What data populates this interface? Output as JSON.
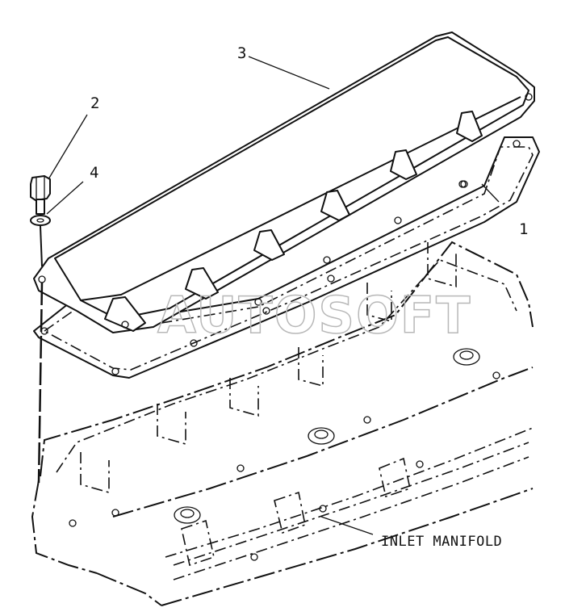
{
  "callouts": {
    "c1": "1",
    "c2": "2",
    "c3": "3",
    "c4": "4"
  },
  "labels": {
    "inlet_manifold": "INLET MANIFOLD"
  },
  "watermark": "AUTOSOFT",
  "colors": {
    "line": "#111111",
    "background": "#ffffff",
    "watermark": "#b8b8b8"
  }
}
